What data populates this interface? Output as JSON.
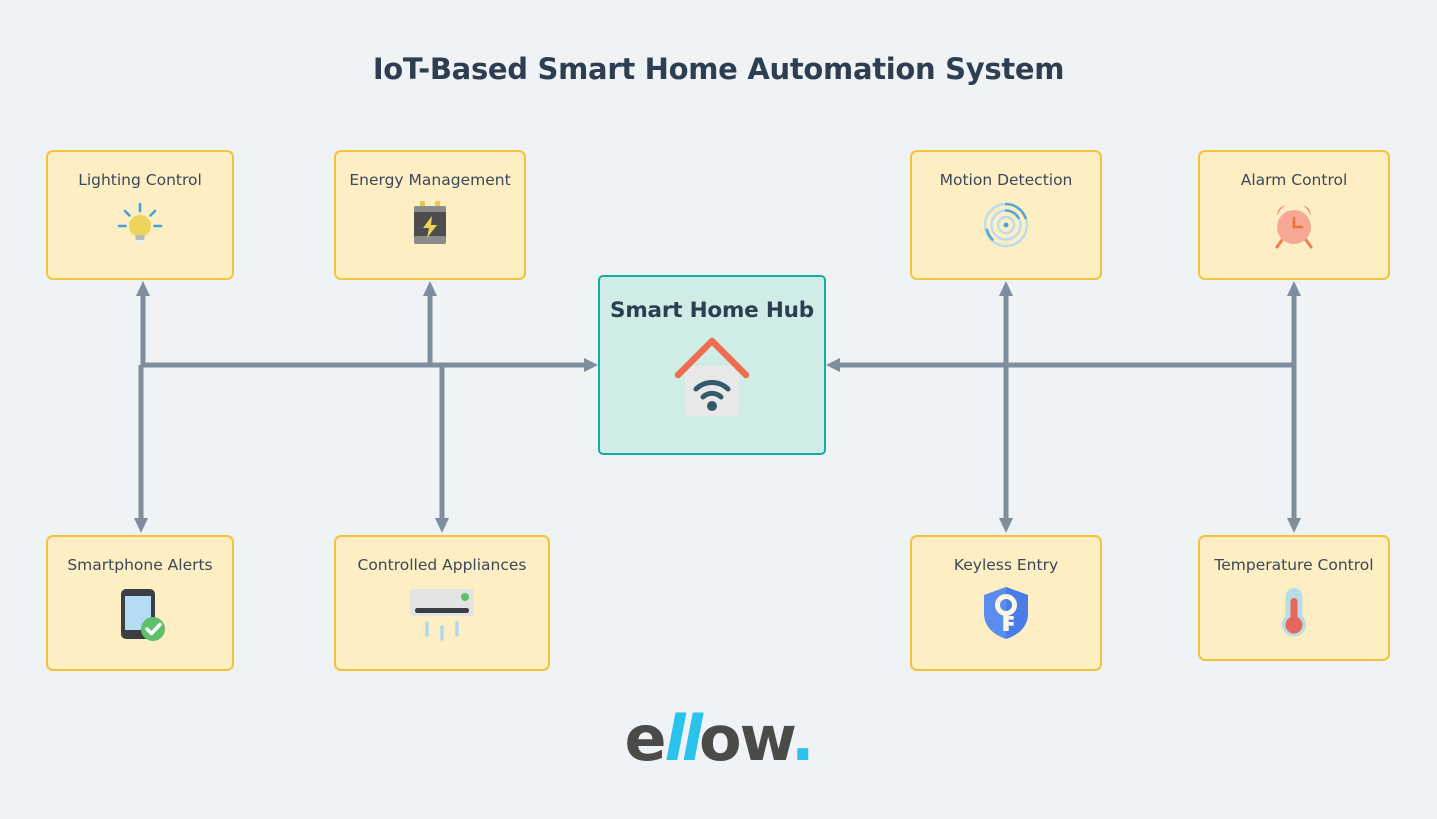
{
  "page": {
    "title": "IoT-Based Smart Home Automation System",
    "background_color": "#eff3f6",
    "title_color": "#2d3e50"
  },
  "hub": {
    "label": "Smart Home Hub",
    "icon": "smart-home-wifi-icon",
    "fill_color": "#cfece6",
    "border_color": "#16ada0",
    "roof_color": "#ee6d51",
    "house_color": "#e8e8e8",
    "wifi_color": "#33596b"
  },
  "card_style": {
    "fill_color": "#fdeec4",
    "border_color": "#f3c33e",
    "label_color": "#3c4858"
  },
  "connector_style": {
    "color": "#7e8e9c",
    "width": 5
  },
  "nodes": {
    "top_left": [
      {
        "label": "Lighting Control",
        "icon": "light-bulb-icon",
        "direction": "to-hub"
      },
      {
        "label": "Energy Management",
        "icon": "battery-bolt-icon",
        "direction": "to-hub"
      }
    ],
    "top_right": [
      {
        "label": "Motion Detection",
        "icon": "motion-radar-icon",
        "direction": "to-hub"
      },
      {
        "label": "Alarm Control",
        "icon": "alarm-clock-icon",
        "direction": "to-hub"
      }
    ],
    "bottom_left": [
      {
        "label": "Smartphone Alerts",
        "icon": "smartphone-check-icon",
        "direction": "from-hub"
      },
      {
        "label": "Controlled Appliances",
        "icon": "air-conditioner-icon",
        "direction": "from-hub"
      }
    ],
    "bottom_right": [
      {
        "label": "Keyless Entry",
        "icon": "shield-key-icon",
        "direction": "from-hub"
      },
      {
        "label": "Temperature Control",
        "icon": "thermometer-icon",
        "direction": "from-hub"
      }
    ]
  },
  "logo": {
    "part1": "e",
    "part2": "ll",
    "part3": "ow",
    "part4": ".",
    "dark_color": "#4a4a48",
    "accent_color": "#29c3ed"
  }
}
